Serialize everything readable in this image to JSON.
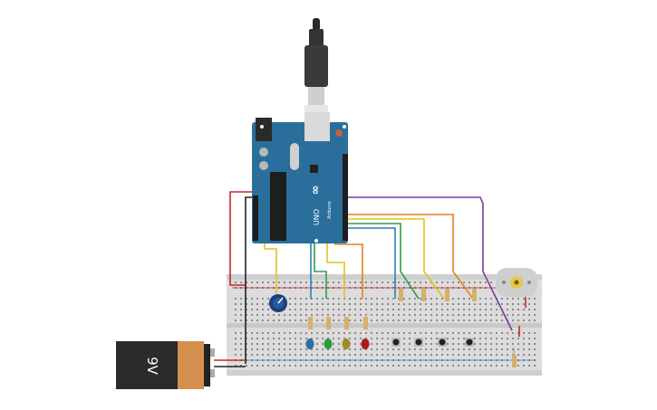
{
  "board": {
    "logo": "∞",
    "brand": "Arduino",
    "model": "UNO",
    "color": "#2a6f9b"
  },
  "battery": {
    "label": "9V",
    "body_color": "#2b2b2b",
    "cap_color": "#d49050"
  },
  "breadboard": {
    "color": "#dcdcdc"
  },
  "leds": [
    {
      "color": "#2d6f9e"
    },
    {
      "color": "#2e9a3c"
    },
    {
      "color": "#a08a2a"
    },
    {
      "color": "#b01a1a"
    }
  ],
  "buttons": [
    {
      "kind": "pushbutton"
    },
    {
      "kind": "pushbutton"
    },
    {
      "kind": "pushbutton"
    },
    {
      "kind": "pushbutton"
    }
  ],
  "motor": {
    "color": "#cfcfcf",
    "shaft": "#e6c84a"
  },
  "wire_colors": {
    "red": "#c8262c",
    "black": "#222222",
    "yellow": "#e3c21c",
    "blue": "#2a7fc0",
    "green": "#2ea04a",
    "orange": "#e0821e",
    "purple": "#7b3b9a"
  }
}
